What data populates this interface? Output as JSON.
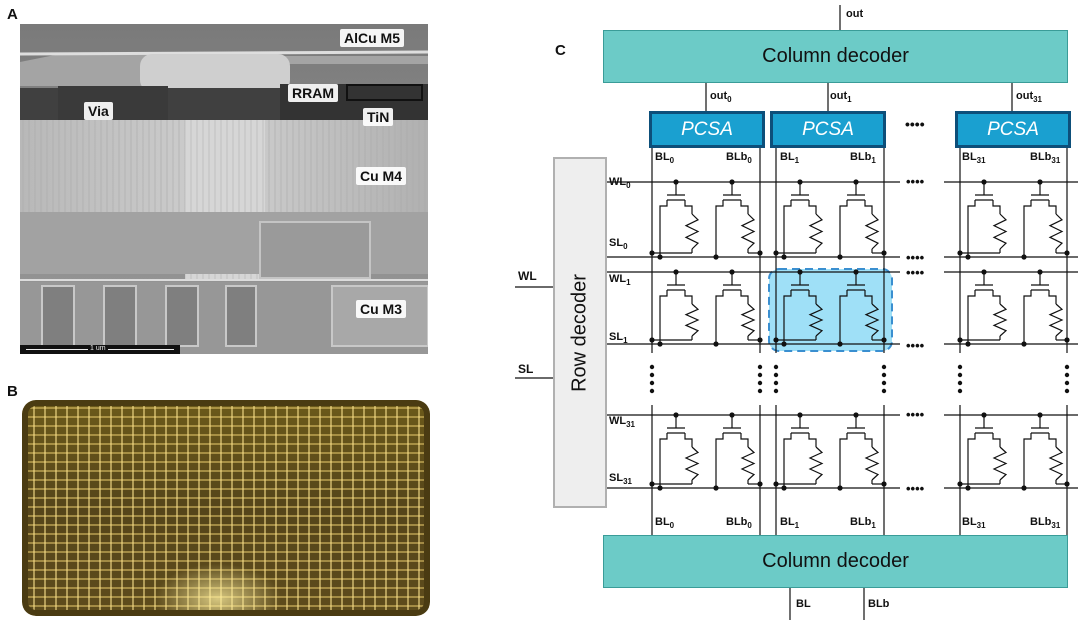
{
  "panels": {
    "a": "A",
    "b": "B",
    "c": "C"
  },
  "sem": {
    "layers": {
      "m5": "AlCu M5",
      "rram": "RRAM",
      "tin": "TiN",
      "via": "Via",
      "m4": "Cu M4",
      "m3": "Cu M3"
    },
    "scale": "1 um"
  },
  "circuit": {
    "out": "out",
    "column_decoder": "Column decoder",
    "row_decoder": "Row decoder",
    "pcsa": "PCSA",
    "outputs": [
      {
        "b": "out",
        "s": "0"
      },
      {
        "b": "out",
        "s": "1"
      },
      {
        "b": "out",
        "s": "31"
      }
    ],
    "bitlines": [
      {
        "b": "BL",
        "s": "0"
      },
      {
        "b": "BLb",
        "s": "0"
      },
      {
        "b": "BL",
        "s": "1"
      },
      {
        "b": "BLb",
        "s": "1"
      },
      {
        "b": "BL",
        "s": "31"
      },
      {
        "b": "BLb",
        "s": "31"
      }
    ],
    "rows": [
      {
        "wl": {
          "b": "WL",
          "s": "0"
        },
        "sl": {
          "b": "SL",
          "s": "0"
        }
      },
      {
        "wl": {
          "b": "WL",
          "s": "1"
        },
        "sl": {
          "b": "SL",
          "s": "1"
        }
      },
      {
        "wl": {
          "b": "WL",
          "s": "31"
        },
        "sl": {
          "b": "SL",
          "s": "31"
        }
      }
    ],
    "inputs": {
      "wl": "WL",
      "sl": "SL"
    },
    "bottom_outputs": {
      "bl": "BL",
      "blb": "BLb"
    },
    "ellipsis": "••••",
    "colors": {
      "decoder": "#6ccbc7",
      "pcsa": "#1aa0d0",
      "pcsa_border": "#0d4f7a",
      "highlight": "#9fe0f7",
      "highlight_border": "#3a8fd0"
    }
  }
}
